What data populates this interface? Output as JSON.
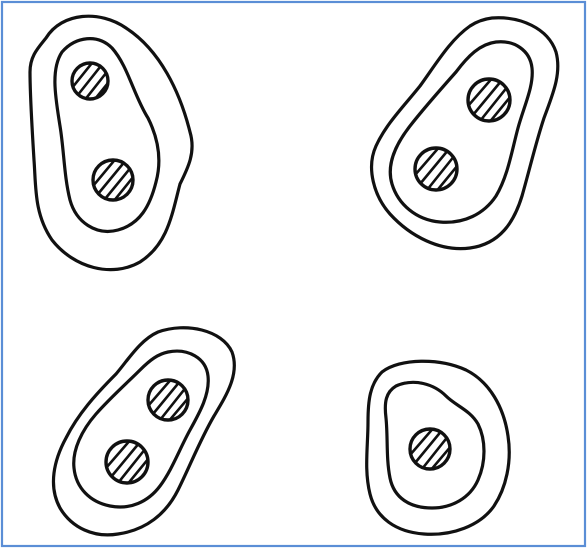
{
  "colors": {
    "border": "#5b8ed6",
    "ink": "#111111",
    "background": "#ffffff"
  },
  "groups": [
    {
      "id": "top-left",
      "nuclei": 2
    },
    {
      "id": "top-right",
      "nuclei": 2
    },
    {
      "id": "bottom-left",
      "nuclei": 2
    },
    {
      "id": "bottom-right",
      "nuclei": 1
    }
  ]
}
